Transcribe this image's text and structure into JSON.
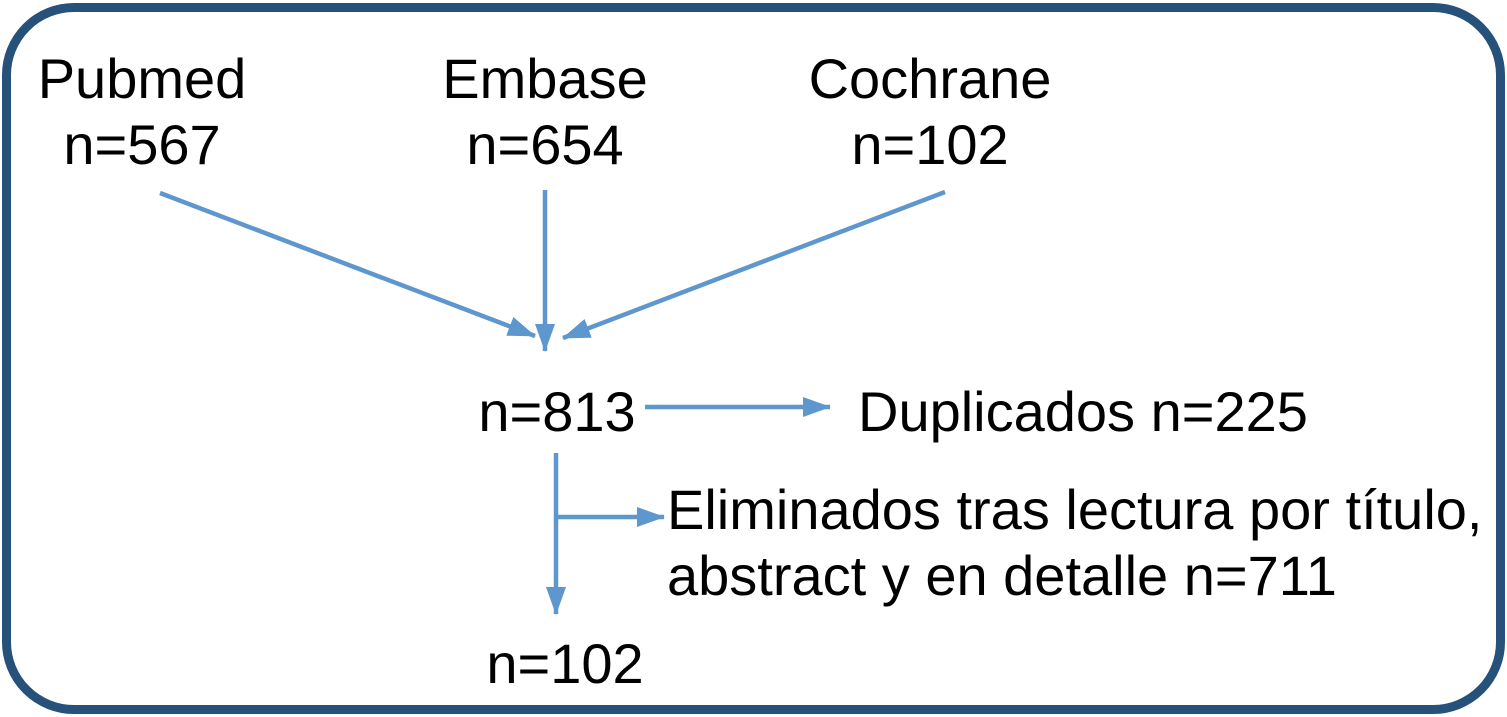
{
  "diagram": {
    "colors": {
      "border": "#25517b",
      "arrow": "#5e97cd",
      "text": "#000000",
      "background": "#ffffff"
    },
    "sources": [
      {
        "name": "Pubmed",
        "count": "n=567"
      },
      {
        "name": "Embase",
        "count": "n=654"
      },
      {
        "name": "Cochrane",
        "count": "n=102"
      }
    ],
    "pooled_count": "n=813",
    "duplicates_label": "Duplicados n=225",
    "excluded_label_line1": "Eliminados tras lectura por título,",
    "excluded_label_line2": "abstract y en detalle n=711",
    "final_count": "n=102"
  }
}
